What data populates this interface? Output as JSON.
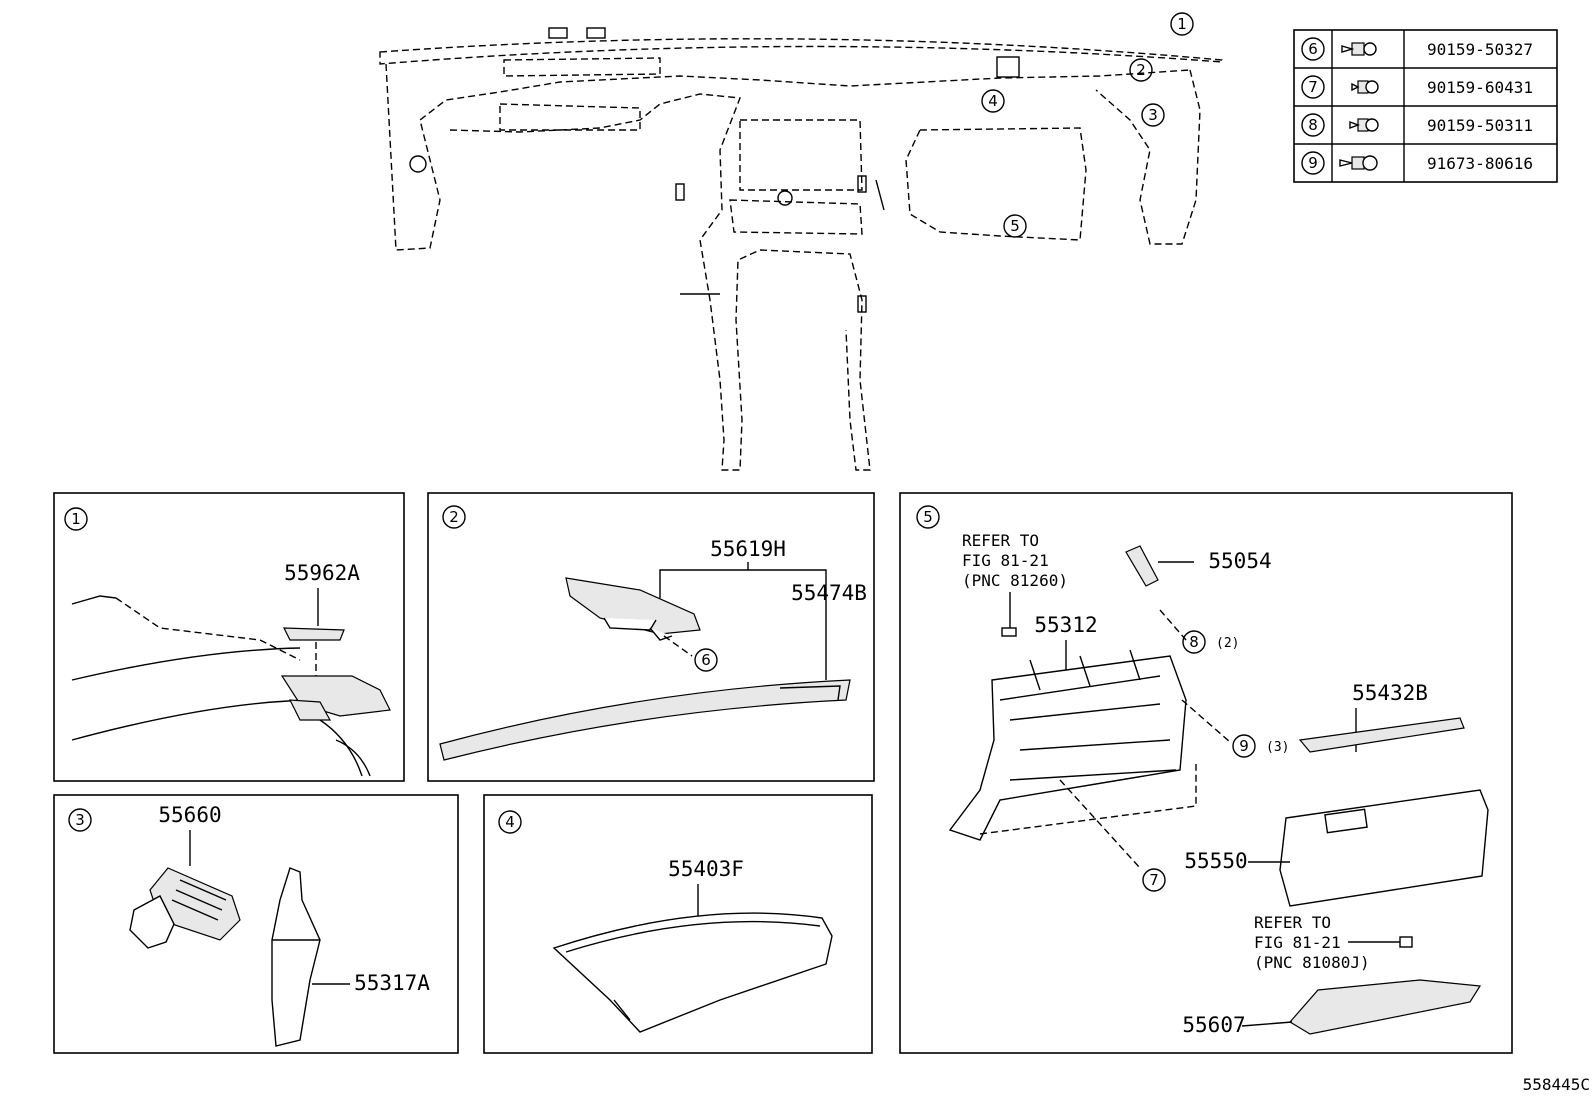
{
  "fasteners": [
    {
      "ref": "6",
      "part": "90159-50327"
    },
    {
      "ref": "7",
      "part": "90159-60431"
    },
    {
      "ref": "8",
      "part": "90159-50311"
    },
    {
      "ref": "9",
      "part": "91673-80616"
    }
  ],
  "main_callouts": [
    "1",
    "2",
    "3",
    "4",
    "5"
  ],
  "panel1": {
    "ref": "1",
    "parts": [
      "55962A"
    ]
  },
  "panel2": {
    "ref": "2",
    "parts": [
      "55619H",
      "55474B"
    ],
    "fastener": "6"
  },
  "panel3": {
    "ref": "3",
    "parts": [
      "55660",
      "55317A"
    ]
  },
  "panel4": {
    "ref": "4",
    "parts": [
      "55403F"
    ]
  },
  "panel5": {
    "ref": "5",
    "refer_a": {
      "line1": "REFER TO",
      "line2": "FIG 81-21",
      "line3": "(PNC 81260)"
    },
    "refer_b": {
      "line1": "REFER TO",
      "line2": "FIG 81-21",
      "line3": "(PNC 81080J)"
    },
    "parts": [
      "55054",
      "55312",
      "55432B",
      "55550",
      "55607"
    ],
    "fasteners": {
      "f8": "8",
      "f8_qty": "(2)",
      "f9": "9",
      "f9_qty": "(3)",
      "f7": "7"
    }
  },
  "footer_code": "558445C"
}
